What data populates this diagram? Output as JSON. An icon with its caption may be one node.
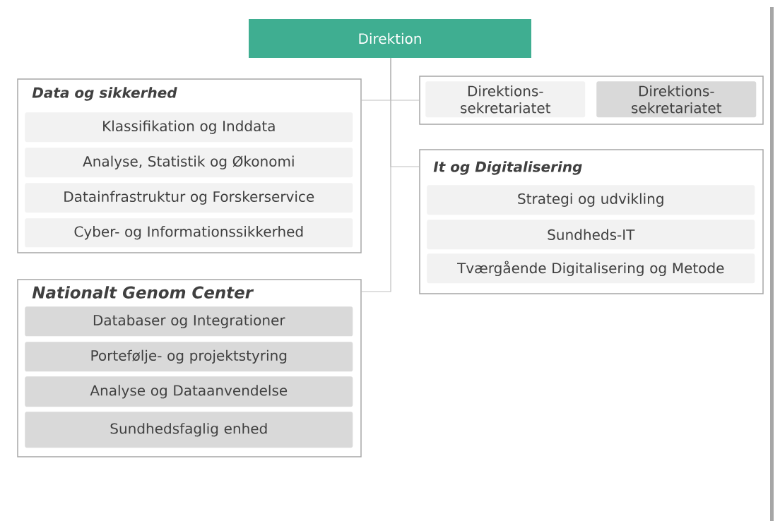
{
  "diagram": {
    "nodes": [
      {
        "text": [
          "Direktion"
        ]
      },
      {
        "text": [
          "Data og sikkerhed"
        ]
      },
      {
        "text": [
          "Klassifikation og Inddata"
        ],
        "in": 1
      },
      {
        "text": [
          "Analyse, Statistik og Økonomi"
        ],
        "in": 1
      },
      {
        "text": [
          "Datainfrastruktur og Forskerservice"
        ],
        "in": 1
      },
      {
        "text": [
          "Cyber- og Informationssikkerhed"
        ],
        "in": 1
      },
      {
        "text": [],
        "shape": "box"
      },
      {
        "text": [
          "Direktions- sekretariatet"
        ],
        "in": 6
      },
      {
        "text": [
          "Direktions- sekretariatet"
        ],
        "in": 6
      },
      {
        "text": [
          "It og Digitalisering"
        ]
      },
      {
        "text": [
          "Strategi og udvikling"
        ],
        "in": 9
      },
      {
        "text": [
          "Sundheds-IT"
        ],
        "in": 9
      },
      {
        "text": [
          "Tværgående Digitalisering og Metode"
        ],
        "in": 9
      },
      {
        "text": [
          "Nationalt Genom Center"
        ]
      },
      {
        "text": [
          "Databaser og Integrationer"
        ],
        "in": 13
      },
      {
        "text": [
          "Portefølje- og projektstyring"
        ],
        "in": 13
      },
      {
        "text": [
          "Analyse og Dataanvendelse"
        ],
        "in": 13
      },
      {
        "text": [
          "Sundhedsfaglig enhed"
        ],
        "in": 13
      }
    ],
    "edges": [
      {
        "from": 0,
        "to": 1,
        "arrow": "none"
      },
      {
        "from": 0,
        "to": 6,
        "arrow": "none"
      },
      {
        "from": 0,
        "to": 9,
        "arrow": "none"
      },
      {
        "from": 0,
        "to": 13,
        "arrow": "none"
      }
    ]
  }
}
